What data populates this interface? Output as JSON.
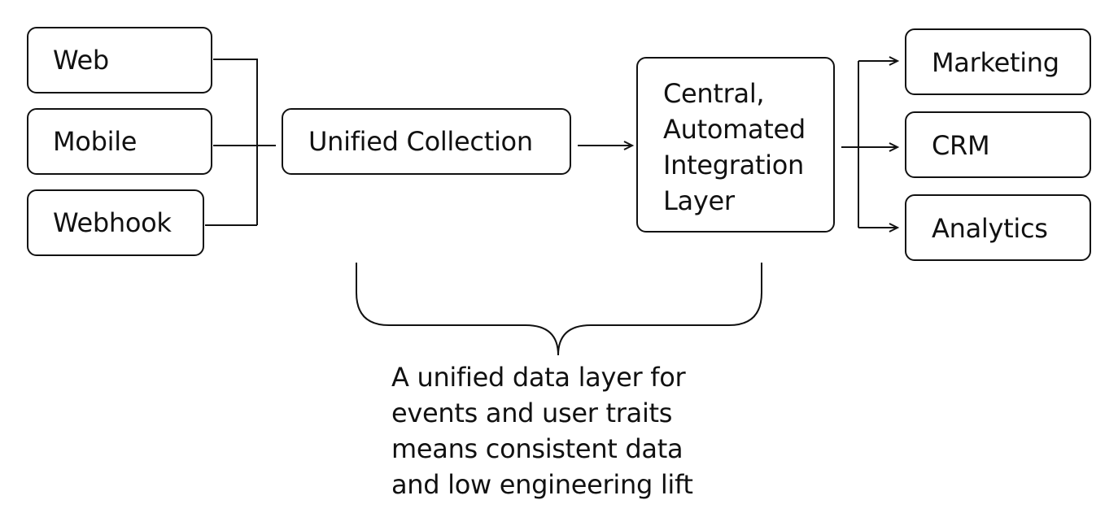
{
  "sources": [
    {
      "label": "Web"
    },
    {
      "label": "Mobile"
    },
    {
      "label": "Webhook"
    }
  ],
  "collection": {
    "label": "Unified Collection"
  },
  "integration": {
    "lines": [
      "Central,",
      "Automated",
      "Integration",
      "Layer"
    ]
  },
  "destinations": [
    {
      "label": "Marketing"
    },
    {
      "label": "CRM"
    },
    {
      "label": "Analytics"
    }
  ],
  "caption": {
    "lines": [
      "A unified data layer for",
      "events and user traits",
      "means consistent data",
      "and low engineering lift"
    ]
  },
  "colors": {
    "stroke": "#111111",
    "background": "#ffffff"
  }
}
